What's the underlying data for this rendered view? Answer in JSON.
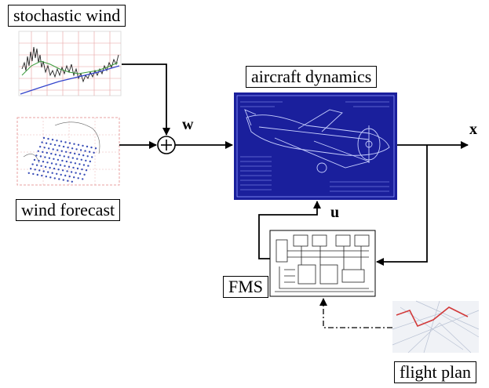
{
  "labels": {
    "stochastic_wind": "stochastic wind",
    "wind_forecast": "wind forecast",
    "aircraft_dynamics": "aircraft dynamics",
    "fms": "FMS",
    "flight_plan": "flight plan"
  },
  "signals": {
    "w": "w",
    "x": "x",
    "u": "u"
  },
  "colors": {
    "blueprint": "#1a1f9c",
    "blueprint_line": "#c8d0ff",
    "chart_grid": "#e8a0a0",
    "chart_black": "#222222",
    "chart_green": "#3c9c3c",
    "chart_blue": "#3344cc",
    "map_dots": "#3a4fb8"
  },
  "icons": {
    "sum": "summing-junction-icon",
    "aircraft": "aircraft-blueprint-icon",
    "fms": "fms-circuit-icon",
    "map": "flight-plan-map-icon"
  }
}
